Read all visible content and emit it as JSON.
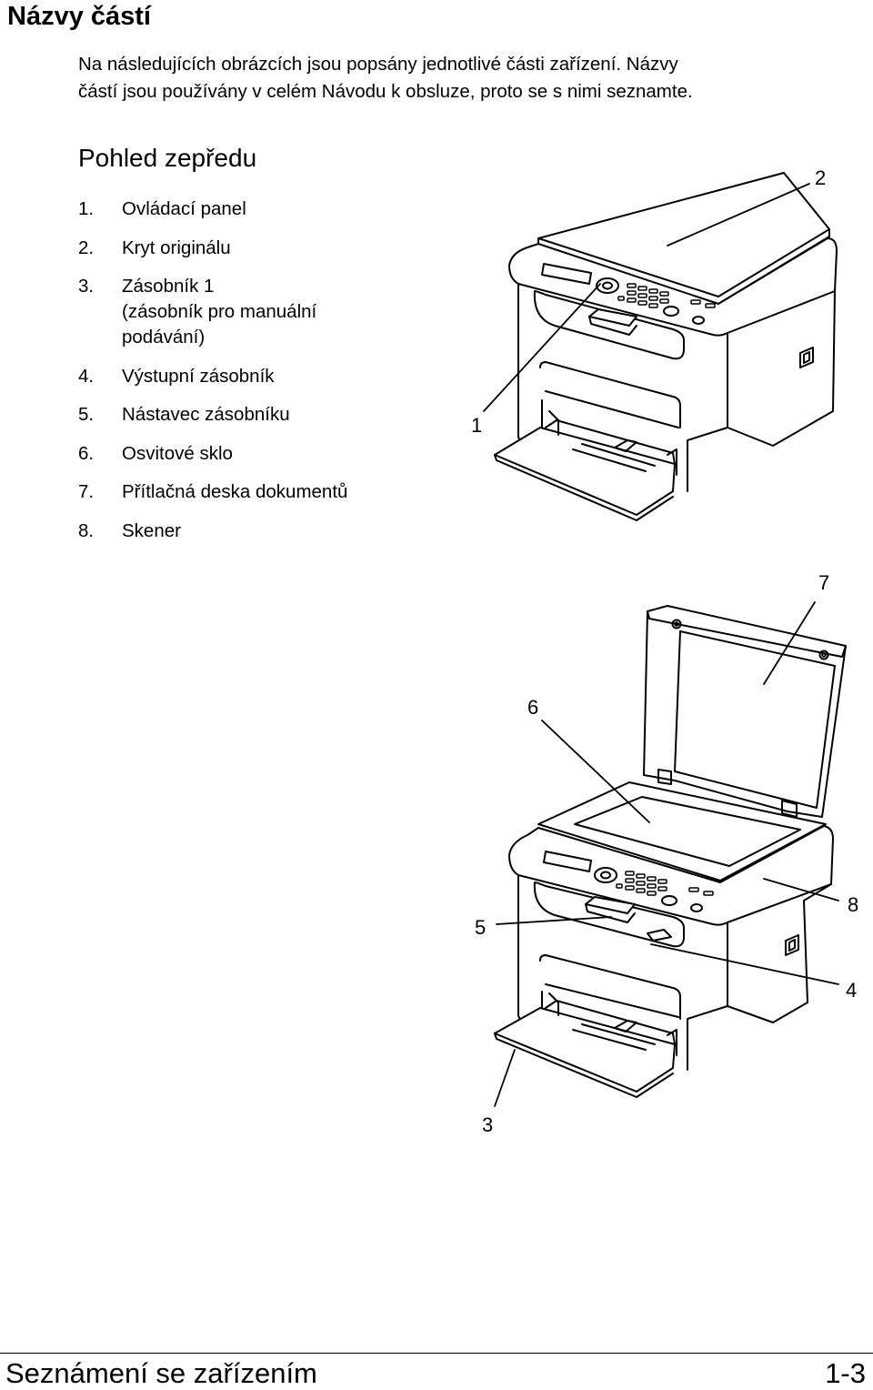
{
  "page_title": "Názvy částí",
  "intro": {
    "line1": "Na následujících obrázcích jsou popsány jednotlivé části zařízení. Názvy",
    "line2": "částí jsou používány v celém Návodu k obsluze, proto se s nimi seznamte."
  },
  "section_heading": "Pohled zepředu",
  "parts": [
    {
      "num": "1.",
      "lines": [
        "Ovládací panel"
      ]
    },
    {
      "num": "2.",
      "lines": [
        "Kryt originálu"
      ]
    },
    {
      "num": "3.",
      "lines": [
        "Zásobník 1",
        "(zásobník pro manuální",
        "podávání)"
      ]
    },
    {
      "num": "4.",
      "lines": [
        "Výstupní zásobník"
      ]
    },
    {
      "num": "5.",
      "lines": [
        "Nástavec zásobníku"
      ]
    },
    {
      "num": "6.",
      "lines": [
        "Osvitové sklo"
      ]
    },
    {
      "num": "7.",
      "lines": [
        "Přítlačná deska dokumentů"
      ]
    },
    {
      "num": "8.",
      "lines": [
        "Skener"
      ]
    }
  ],
  "callouts": {
    "c1": "1",
    "c2": "2",
    "c3": "3",
    "c4": "4",
    "c5": "5",
    "c6": "6",
    "c7": "7",
    "c8": "8"
  },
  "footer": {
    "left": "Seznámení se zařízením",
    "right": "1-3"
  }
}
